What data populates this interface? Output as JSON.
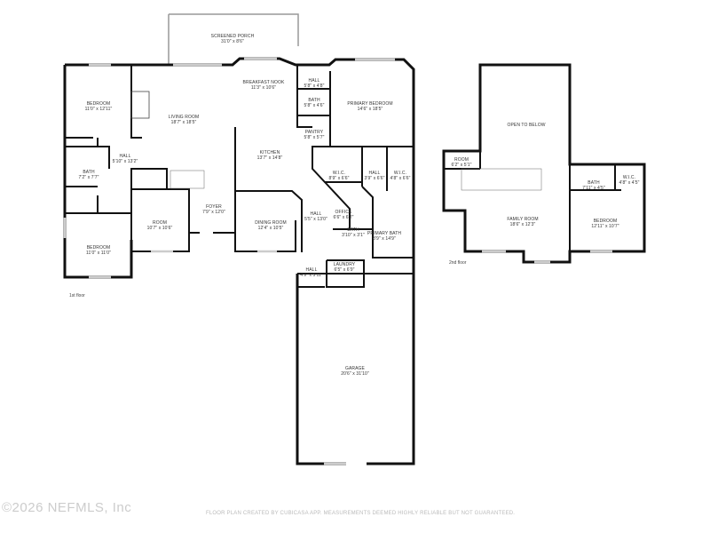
{
  "floor1": {
    "label": "1st floor",
    "rooms": [
      {
        "name": "SCREENED PORCH",
        "dims": "31'0\" x 8'6\""
      },
      {
        "name": "BREAKFAST NOOK",
        "dims": "11'3\" x 10'6\""
      },
      {
        "name": "HALL",
        "dims": "5'8\" x 4'8\""
      },
      {
        "name": "BATH",
        "dims": "5'8\" x 4'6\""
      },
      {
        "name": "PRIMARY BEDROOM",
        "dims": "14'6\" x 18'5\""
      },
      {
        "name": "BEDROOM",
        "dims": "11'0\" x 12'11\""
      },
      {
        "name": "LIVING ROOM",
        "dims": "18'7\" x 18'5\""
      },
      {
        "name": "PANTRY",
        "dims": "5'8\" x 5'7\""
      },
      {
        "name": "KITCHEN",
        "dims": "13'7\" x 14'8\""
      },
      {
        "name": "HALL",
        "dims": "5'10\" x 13'2\""
      },
      {
        "name": "BATH",
        "dims": "7'2\" x 7'7\""
      },
      {
        "name": "W.I.C.",
        "dims": "8'9\" x 6'6\""
      },
      {
        "name": "HALL",
        "dims": "3'9\" x 6'6\""
      },
      {
        "name": "W.I.C.",
        "dims": "4'8\" x 6'6\""
      },
      {
        "name": "FOYER",
        "dims": "7'9\" x 12'0\""
      },
      {
        "name": "OFFICE",
        "dims": "6'6\" x 6'2\""
      },
      {
        "name": "HALL",
        "dims": "5'5\" x 13'0\""
      },
      {
        "name": "ROOM",
        "dims": "10'7\" x 10'6\""
      },
      {
        "name": "DINING ROOM",
        "dims": "12'4\" x 10'5\""
      },
      {
        "name": "BATH",
        "dims": "3'10\" x 3'1\""
      },
      {
        "name": "PRIMARY BATH",
        "dims": "8'9\" x 14'9\""
      },
      {
        "name": "BEDROOM",
        "dims": "11'0\" x 11'0\""
      },
      {
        "name": "LAUNDRY",
        "dims": "6'5\" x 6'9\""
      },
      {
        "name": "HALL",
        "dims": "4'9\" x 5'11\""
      },
      {
        "name": "GARAGE",
        "dims": "20'6\" x 31'10\""
      }
    ]
  },
  "floor2": {
    "label": "2nd floor",
    "rooms": [
      {
        "name": "OPEN TO BELOW",
        "dims": ""
      },
      {
        "name": "ROOM",
        "dims": "6'2\" x 5'1\""
      },
      {
        "name": "BATH",
        "dims": "7'11\" x 4'5\""
      },
      {
        "name": "W.I.C.",
        "dims": "4'8\" x 4'5\""
      },
      {
        "name": "FAMILY ROOM",
        "dims": "18'6\" x 12'3\""
      },
      {
        "name": "BEDROOM",
        "dims": "12'11\" x 10'7\""
      }
    ]
  },
  "watermark": "©2026 NEFMLS, Inc",
  "disclaimer": "FLOOR PLAN CREATED BY CUBICASA APP. MEASUREMENTS DEEMED HIGHLY RELIABLE BUT NOT GUARANTEED.",
  "colors": {
    "wall": "#111111",
    "window": "#cccccc",
    "text": "#333333"
  }
}
